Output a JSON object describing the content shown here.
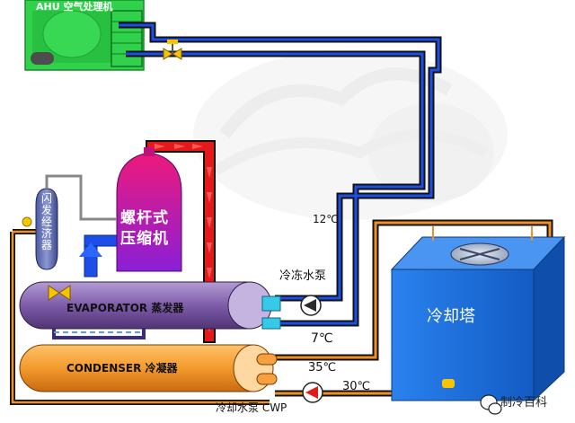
{
  "labels": {
    "ahu": "AHU 空气处理机",
    "compressor": "螺杆式压缩机",
    "flash_tank": "闪发经济器",
    "evaporator": "EVAPORATOR 蒸发器",
    "condenser": "CONDENSER 冷凝器",
    "chilled_water_pump": "冷冻水泵",
    "cooling_water_pump": "冷却水泵 CWP",
    "cooling_tower": "冷却塔",
    "temp_return_chilled": "12℃",
    "temp_supply_chilled": "7℃",
    "temp_cooling_hot": "35℃",
    "temp_cooling_cold": "30℃",
    "brand": "制冷百科"
  },
  "colors": {
    "ahu_green": "#2fd24a",
    "compressor_top": "#ee1a7a",
    "compressor_bottom": "#8a1fd6",
    "evaporator": "#8c6ab5",
    "condenser": "#f39a2c",
    "cooling_tower": "#1f74e0",
    "chilled_pipe": "#1d4ee8",
    "refrigerant_hot": "#e41a1a",
    "cooling_pipe": "#ef8f2a",
    "pipe_outline": "#111111"
  },
  "icons": [
    "valve-icon",
    "pump-icon",
    "fan-icon",
    "wechat-icon"
  ]
}
